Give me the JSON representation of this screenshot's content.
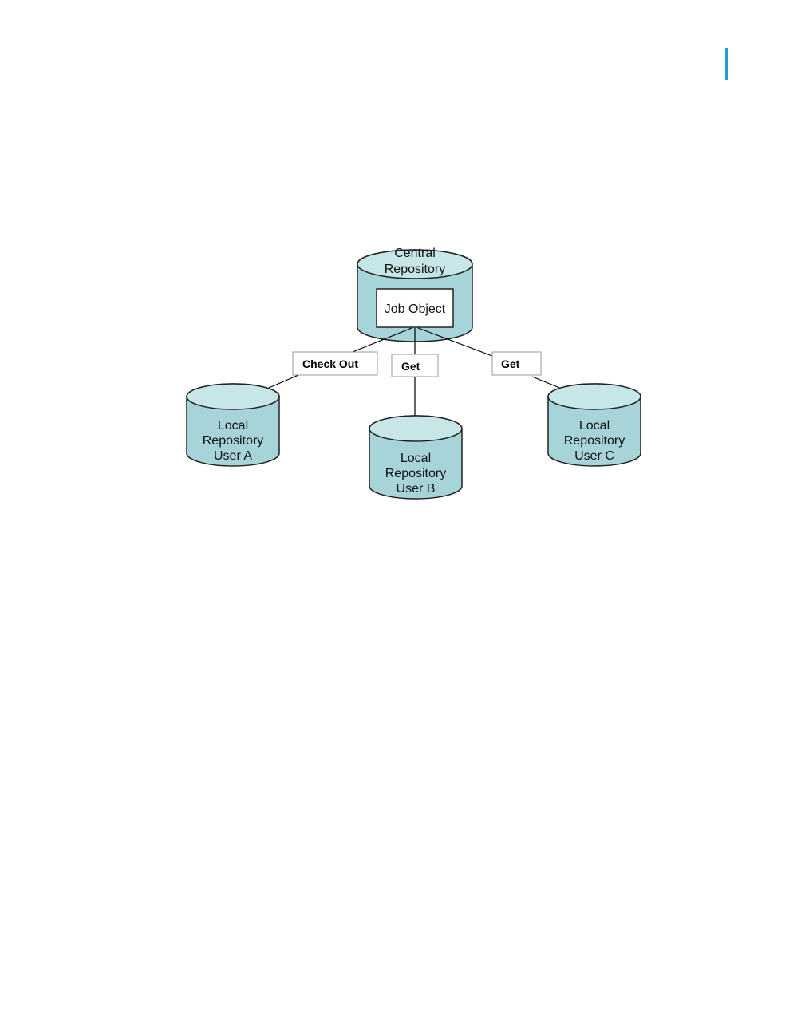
{
  "diagram": {
    "central": {
      "line1": "Central",
      "line2": "Repository",
      "job_object": "Job Object"
    },
    "local_a": {
      "line1": "Local",
      "line2": "Repository",
      "line3": "User A"
    },
    "local_b": {
      "line1": "Local",
      "line2": "Repository",
      "line3": "User B"
    },
    "local_c": {
      "line1": "Local",
      "line2": "Repository",
      "line3": "User C"
    },
    "edges": {
      "check_out": "Check Out",
      "get_b": "Get",
      "get_c": "Get"
    }
  },
  "colors": {
    "cylinder_fill": "#a6d4d8",
    "cylinder_top": "#c7e6e8",
    "accent_bar": "#1f9bd6"
  }
}
